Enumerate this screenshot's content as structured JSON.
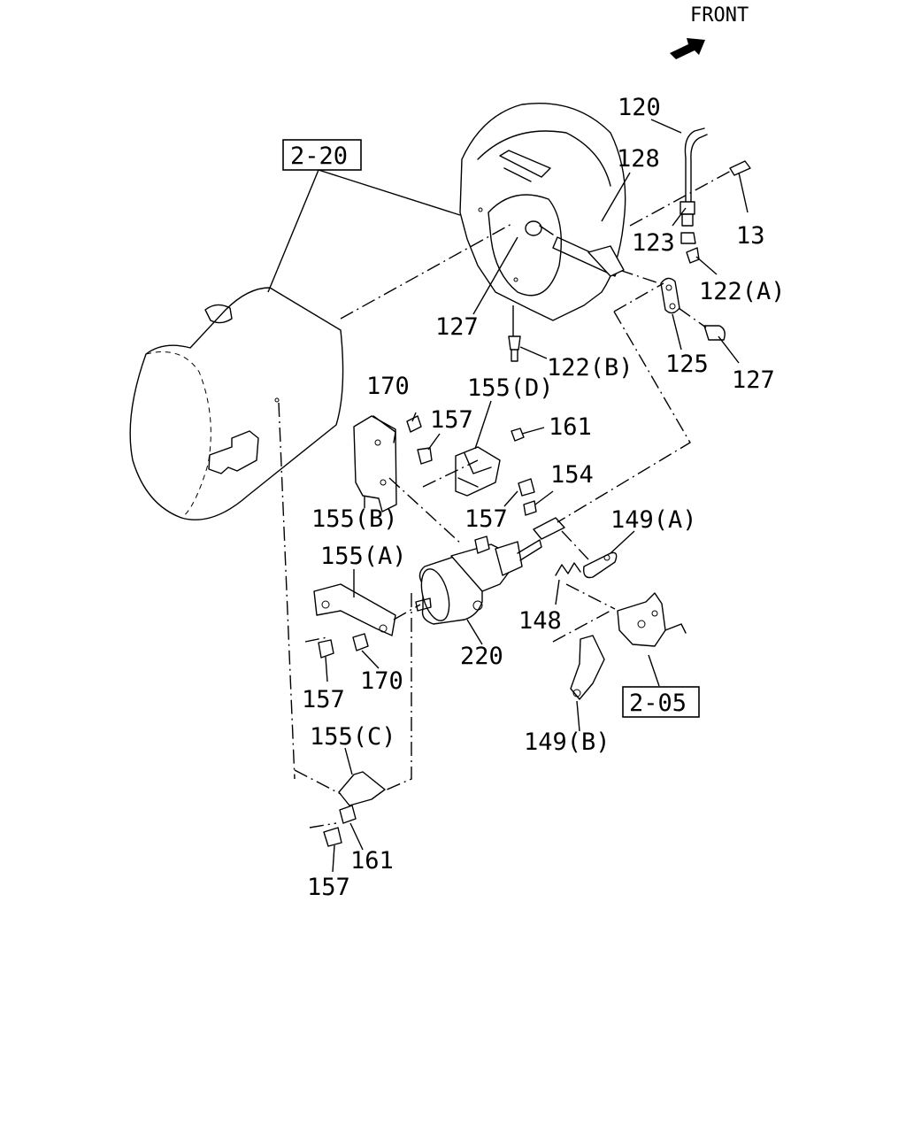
{
  "orientation": {
    "label": "FRONT",
    "icon": "front-arrow-icon"
  },
  "references": [
    {
      "id": "ref-2-20",
      "text": "2-20"
    },
    {
      "id": "ref-2-05",
      "text": "2-05"
    }
  ],
  "callouts": {
    "c120": "120",
    "c128": "128",
    "c13": "13",
    "c123": "123",
    "c122a": "122(A)",
    "c127a": "127",
    "c127b": "127",
    "c122b": "122(B)",
    "c125": "125",
    "c170a": "170",
    "c157a": "157",
    "c155d": "155(D)",
    "c161a": "161",
    "c154": "154",
    "c157b": "157",
    "c155b": "155(B)",
    "c149a": "149(A)",
    "c155a": "155(A)",
    "c148": "148",
    "c220": "220",
    "c157c": "157",
    "c170b": "170",
    "c149b": "149(B)",
    "c155c": "155(C)",
    "c161b": "161",
    "c157d": "157"
  }
}
